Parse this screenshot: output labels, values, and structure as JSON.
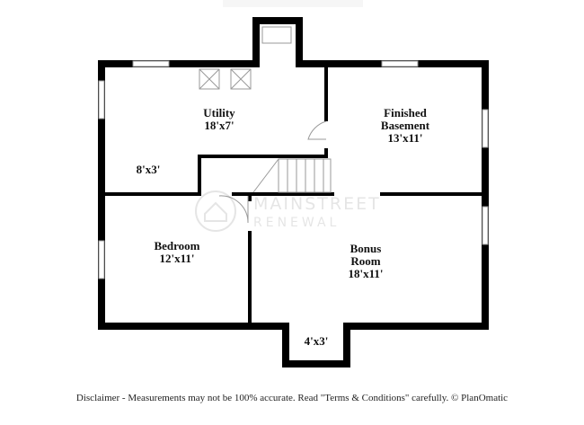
{
  "floorplan": {
    "rooms": [
      {
        "id": "utility",
        "name": "Utility",
        "size": "18'x7'"
      },
      {
        "id": "finished-basement",
        "name_line1": "Finished",
        "name_line2": "Basement",
        "size": "13'x11'"
      },
      {
        "id": "closet",
        "size": "8'x3'"
      },
      {
        "id": "bedroom",
        "name": "Bedroom",
        "size": "12'x11'"
      },
      {
        "id": "bonus-room",
        "name_line1": "Bonus",
        "name_line2": "Room",
        "size": "18'x11'"
      },
      {
        "id": "alcove",
        "size": "4'x3'"
      }
    ],
    "watermark": {
      "line1": "MAINSTREET",
      "line2": "RENEWAL"
    },
    "colors": {
      "wall": "#000000",
      "background": "#ffffff",
      "fixture": "#999999"
    }
  },
  "footer": {
    "disclaimer": "Disclaimer - Measurements may not be 100% accurate. Read \"Terms & Conditions\" carefully. © PlanOmatic"
  }
}
